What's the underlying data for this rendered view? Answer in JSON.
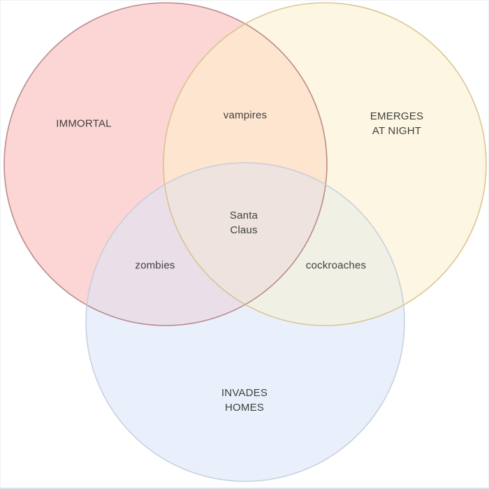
{
  "diagram": {
    "type": "venn",
    "background": "#ffffff",
    "text_color": "#404040",
    "regions": {
      "immortal": {
        "label": "IMMORTAL",
        "fill": "#fbd6d4",
        "stroke": "#ab7476"
      },
      "night": {
        "label": "EMERGES\nAT NIGHT",
        "fill": "#fdf6e2",
        "stroke": "#d3bd85"
      },
      "homes": {
        "label": "INVADES\nHOMES",
        "fill": "#eaf0fb",
        "stroke": "#bfcada"
      },
      "immortal_night": {
        "label": "vampires",
        "fill": "#fde5d0"
      },
      "immortal_homes": {
        "label": "zombies",
        "fill": "#eadfe9"
      },
      "night_homes": {
        "label": "cockroaches",
        "fill": "#f0f1e4"
      },
      "center": {
        "label": "Santa\nClaus",
        "fill": "#eee3de"
      }
    }
  }
}
